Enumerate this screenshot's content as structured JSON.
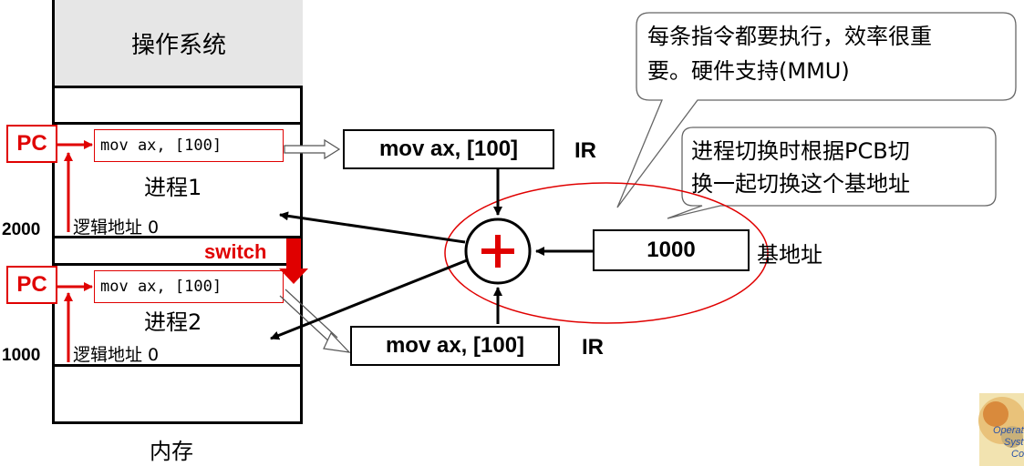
{
  "memory": {
    "os_label": "操作系统",
    "caption": "内存",
    "process1": {
      "pc_label": "PC",
      "instruction": "mov ax, [100]",
      "name": "进程1",
      "logical_address": "逻辑地址 0",
      "base_address": "2000"
    },
    "process2": {
      "pc_label": "PC",
      "instruction": "mov ax, [100]",
      "name": "进程2",
      "logical_address": "逻辑地址 0",
      "base_address": "1000"
    },
    "switch_label": "switch"
  },
  "cpu": {
    "ir_top": {
      "instruction": "mov ax, [100]",
      "label": "IR"
    },
    "ir_bottom": {
      "instruction": "mov ax, [100]",
      "label": "IR"
    },
    "adder_symbol": "+",
    "base_register": {
      "value": "1000",
      "label": "基地址"
    }
  },
  "callouts": {
    "top": {
      "line1": "每条指令都要执行，效率很重",
      "line2": "要。硬件支持(MMU)"
    },
    "middle": {
      "line1": "进程切换时根据PCB切",
      "line2": "换一起切换这个基地址"
    }
  },
  "colors": {
    "accent_red": "#e00000",
    "os_gray": "#e6e6e6"
  },
  "logo": {
    "text": "Operating System Concepts"
  }
}
